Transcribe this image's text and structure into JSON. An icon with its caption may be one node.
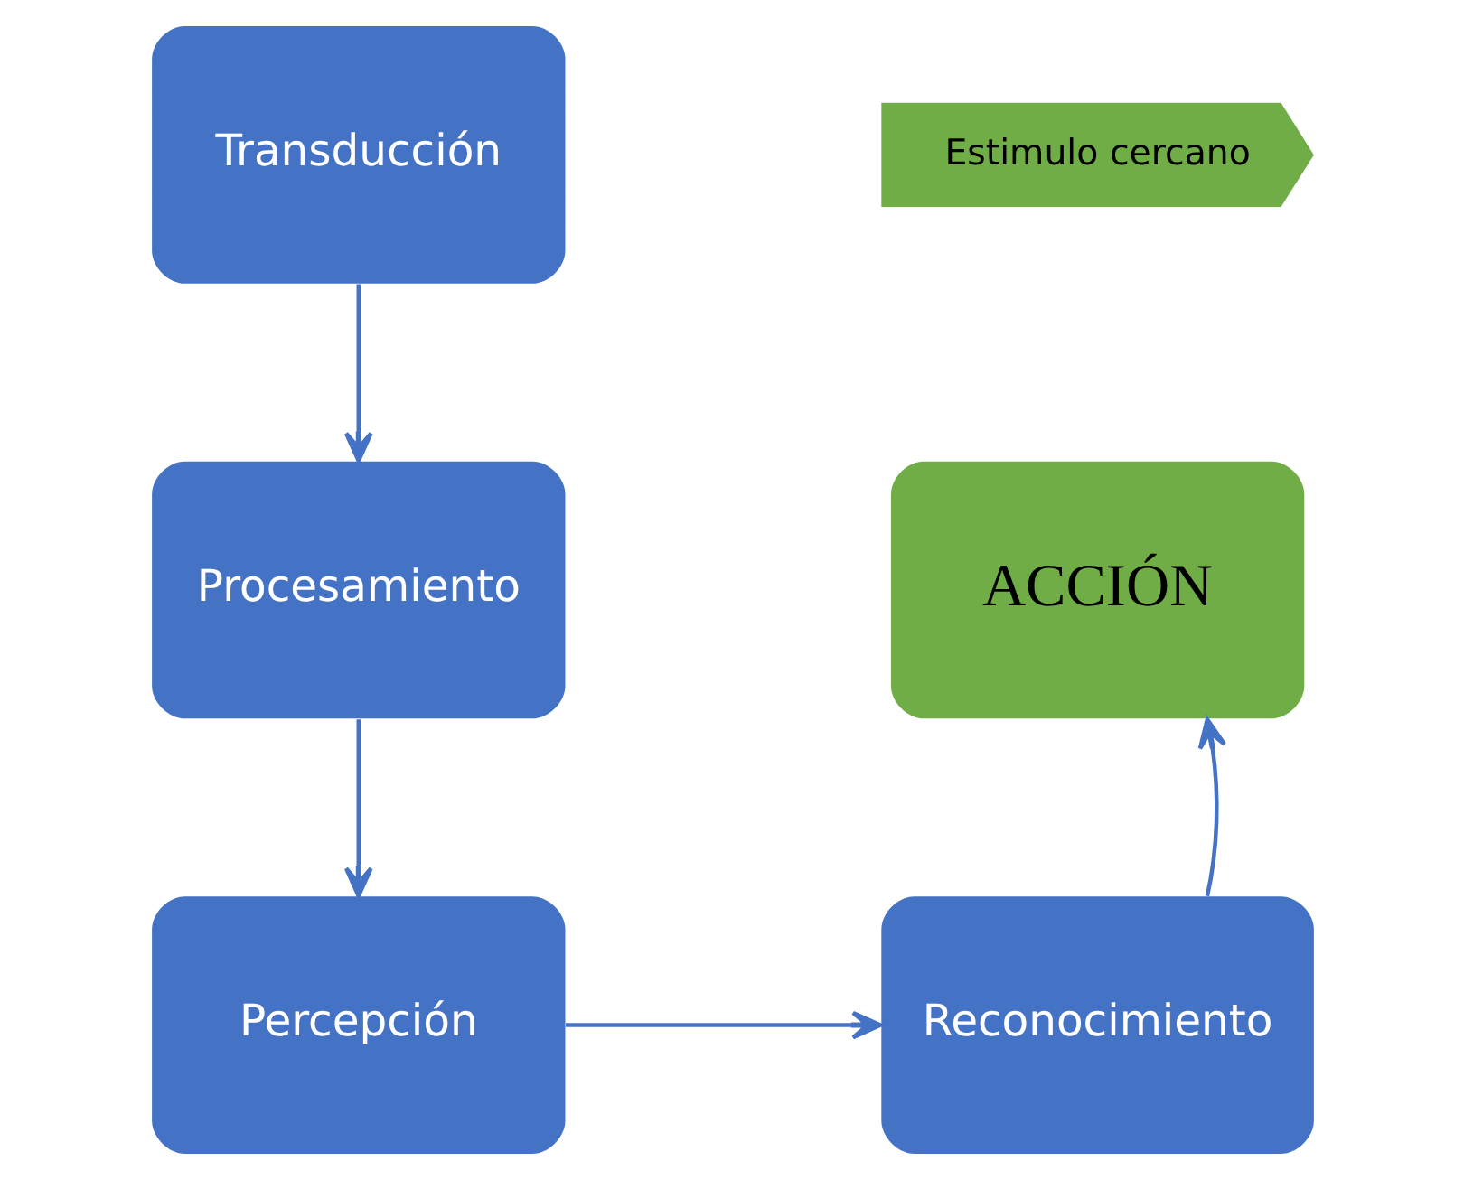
{
  "diagram": {
    "nodes": [
      {
        "text": [
          "Estimulo cercano"
        ]
      },
      {
        "text": [
          "Transducción"
        ]
      },
      {
        "text": [
          "Procesamiento"
        ]
      },
      {
        "text": [
          "Percepción"
        ]
      },
      {
        "text": [
          "Reconocimiento"
        ]
      },
      {
        "text": [
          "ACCIÓN"
        ]
      }
    ],
    "edges": [
      {
        "from": 1,
        "to": 2,
        "arrow": "to"
      },
      {
        "from": 2,
        "to": 3,
        "arrow": "to"
      },
      {
        "from": 3,
        "to": 4,
        "arrow": "to"
      },
      {
        "from": 4,
        "to": 5,
        "arrow": "to"
      }
    ]
  }
}
